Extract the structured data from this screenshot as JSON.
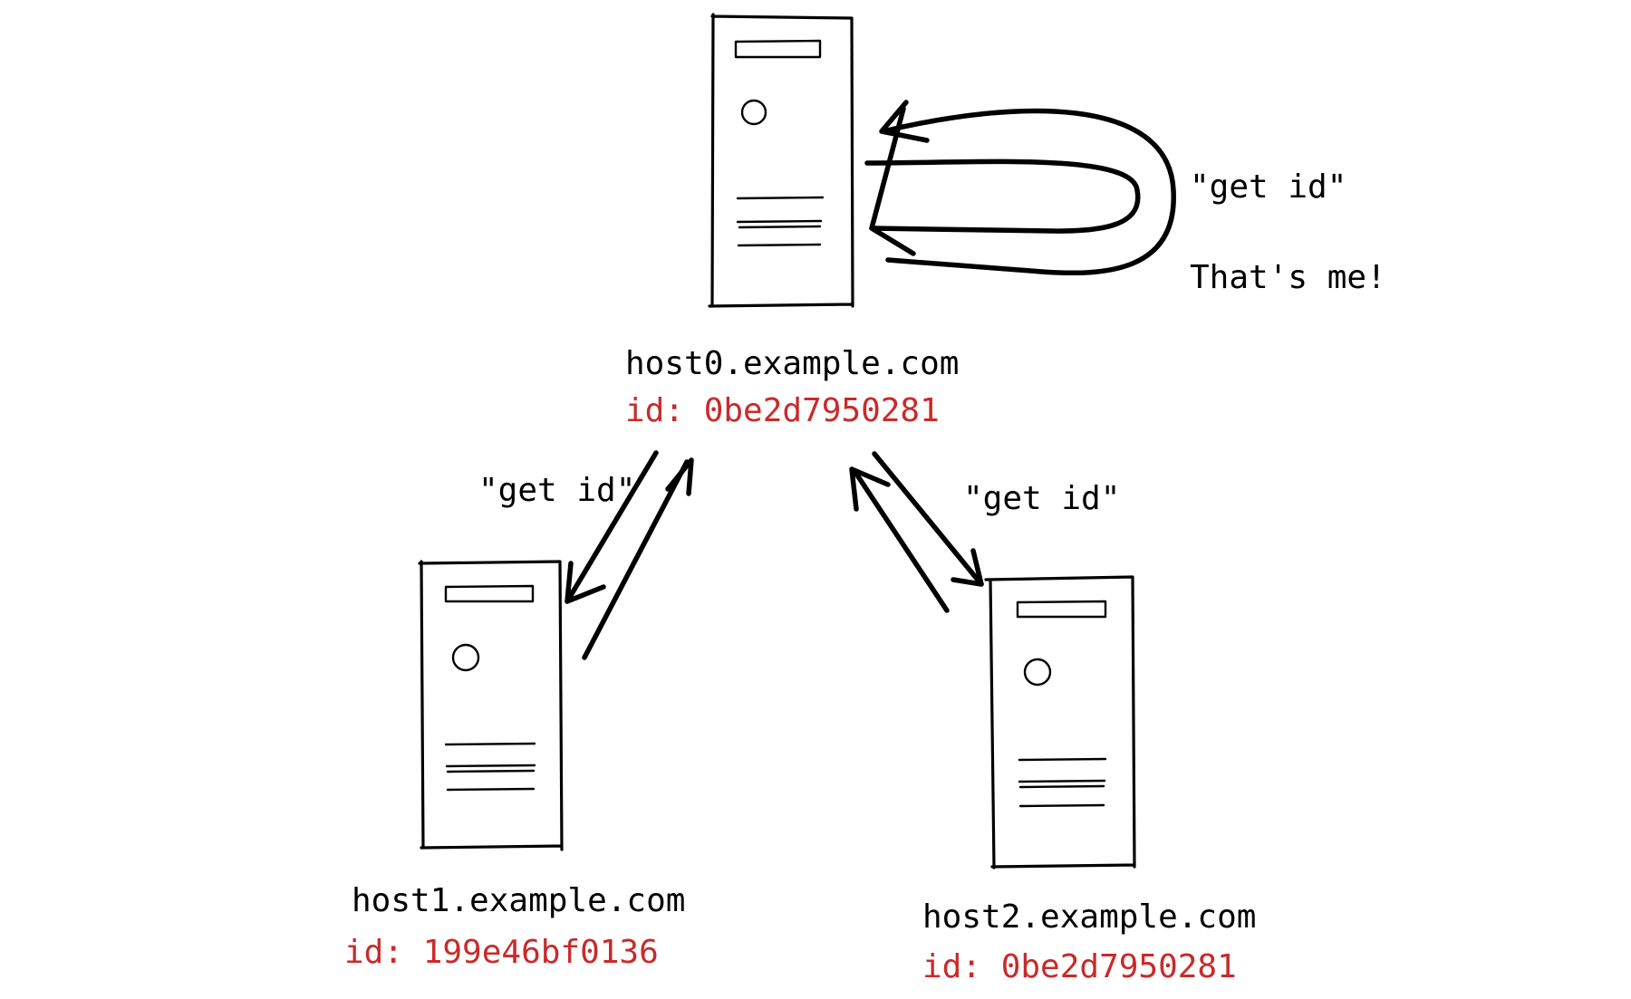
{
  "colors": {
    "ink": "#000000",
    "id_text": "#c92a2a",
    "background": "#ffffff"
  },
  "hosts": [
    {
      "name": "host0.example.com",
      "id_label": "id: 0be2d7950281",
      "icon": "server-tower-icon"
    },
    {
      "name": "host1.example.com",
      "id_label": "id: 199e46bf0136",
      "icon": "server-tower-icon"
    },
    {
      "name": "host2.example.com",
      "id_label": "id: 0be2d7950281",
      "icon": "server-tower-icon"
    }
  ],
  "annotations": {
    "self_request": "\"get id\"",
    "self_reply": "That's me!",
    "host1_request": "\"get id\"",
    "host2_request": "\"get id\""
  }
}
